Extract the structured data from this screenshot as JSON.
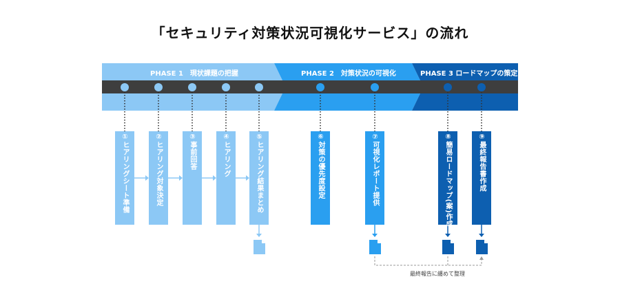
{
  "title": "「セキュリティ対策状況可視化サービス」の流れ",
  "colors": {
    "phase1": "#8cc8f5",
    "phase2": "#2a9ff0",
    "phase3": "#0d5fb0",
    "band": "#3e3e3e"
  },
  "phases": [
    {
      "label": "PHASE 1　現状課題の把握"
    },
    {
      "label": "PHASE 2　対策状況の可視化"
    },
    {
      "label": "PHASE 3 ロードマップの策定"
    }
  ],
  "steps": [
    {
      "label": "①ヒアリングシート準備"
    },
    {
      "label": "②ヒアリング対象決定"
    },
    {
      "label": "③事前回答"
    },
    {
      "label": "④ヒアリング"
    },
    {
      "label": "⑤ヒアリング結果まとめ"
    },
    {
      "label": "⑥対策の優先度設定"
    },
    {
      "label": "⑦可視化レポート提供"
    },
    {
      "label": "⑧簡易ロードマップ(案)作成"
    },
    {
      "label": "⑨最終報告書作成"
    }
  ],
  "note": "最終報告に纏めて整理"
}
